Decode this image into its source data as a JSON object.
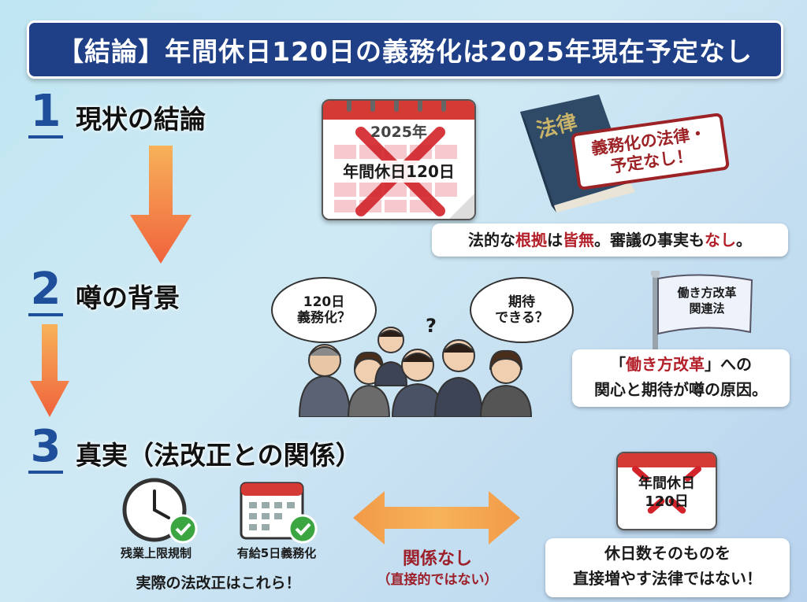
{
  "title": "【結論】年間休日120日の義務化は2025年現在予定なし",
  "sections": [
    {
      "number": "1",
      "title": "現状の結論"
    },
    {
      "number": "2",
      "title": "噂の背景"
    },
    {
      "number": "3",
      "title": "真実（法改正との関係）"
    }
  ],
  "section1": {
    "calendar_year": "2025年",
    "calendar_label": "年間休日120日",
    "book_label": "法律",
    "stamp_line1": "義務化の法律・",
    "stamp_line2": "予定なし！",
    "caption_parts": [
      "法的な",
      "根拠",
      "は",
      "皆無",
      "。審議の事実も",
      "なし",
      "。"
    ]
  },
  "section2": {
    "bubble_left_line1": "120日",
    "bubble_left_line2": "義務化？",
    "question_mark": "?",
    "bubble_right_line1": "期待",
    "bubble_right_line2": "できる？",
    "flag_line1": "働き方改革",
    "flag_line2": "関連法",
    "caption_open": "「",
    "caption_highlight": "働き方改革",
    "caption_rest1": "」への",
    "caption_line2": "関心と期待が噂の原因。"
  },
  "section3": {
    "item1_label": "残業上限規制",
    "item2_label": "有給5日義務化",
    "caption_left": "実際の法改正はこれら！",
    "relation_main": "関係なし",
    "relation_sub": "（直接的ではない）",
    "calendar_line1": "年間休日",
    "calendar_line2": "120日",
    "caption_right_line1": "休日数そのものを",
    "caption_right_line2": "直接増やす法律ではない！"
  },
  "colors": {
    "title_bg": "#1f3f86",
    "number": "#1f4f9a",
    "arrow": "#f47b45",
    "accent_red": "#b3202a",
    "check": "#3aa541"
  }
}
